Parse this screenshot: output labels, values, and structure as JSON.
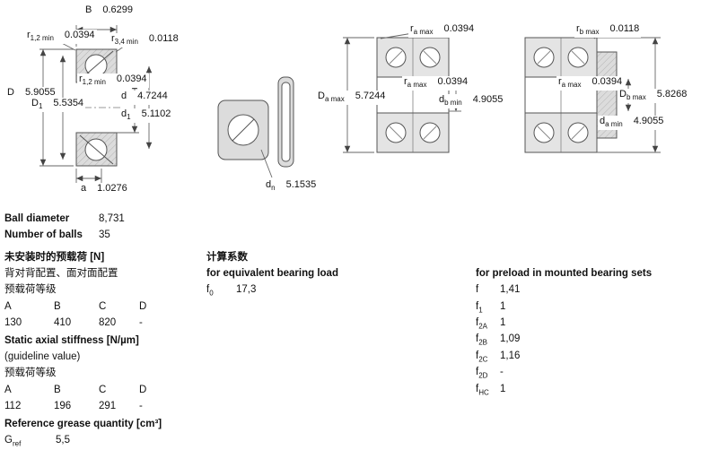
{
  "diagram_labels": {
    "left": {
      "B": {
        "sym": "B",
        "val": "0.6299"
      },
      "r12_top": {
        "sym": "r",
        "sub": "1,2 min",
        "val": "0.0394"
      },
      "r34": {
        "sym": "r",
        "sub": "3,4 min",
        "val": "0.0118"
      },
      "D": {
        "sym": "D",
        "val": "5.9055"
      },
      "r12_mid": {
        "sym": "r",
        "sub": "1,2 min",
        "val": "0.0394"
      },
      "D1": {
        "sym": "D",
        "sub": "1",
        "val": "5.5354"
      },
      "d": {
        "sym": "d",
        "val": "4.7244"
      },
      "d1": {
        "sym": "d",
        "sub": "1",
        "val": "5.1102"
      },
      "a": {
        "sym": "a",
        "val": "1.0276"
      }
    },
    "middle": {
      "dn": {
        "sym": "d",
        "sub": "n",
        "val": "5.1535"
      }
    },
    "pair1": {
      "ra_top": {
        "sym": "r",
        "sub": "a max",
        "val": "0.0394"
      },
      "ra_mid": {
        "sym": "r",
        "sub": "a max",
        "val": "0.0394"
      },
      "Da": {
        "sym": "D",
        "sub": "a max",
        "val": "5.7244"
      },
      "db": {
        "sym": "d",
        "sub": "b min",
        "val": "4.9055"
      }
    },
    "pair2": {
      "rb_top": {
        "sym": "r",
        "sub": "b max",
        "val": "0.0118"
      },
      "ra_mid": {
        "sym": "r",
        "sub": "a max",
        "val": "0.0394"
      },
      "Db": {
        "sym": "D",
        "sub": "b max",
        "val": "5.8268"
      },
      "da": {
        "sym": "d",
        "sub": "a min",
        "val": "4.9055"
      }
    }
  },
  "specs": {
    "ball_diameter_label": "Ball diameter",
    "ball_diameter_value": "8,731",
    "number_of_balls_label": "Number of balls",
    "number_of_balls_value": "35",
    "preload_section_title": "未安装时的预载荷 [N]",
    "preload_arrangement": "背对背配置、面对面配置",
    "preload_class_label": "预载荷等级",
    "preload_table": {
      "headers": [
        "A",
        "B",
        "C",
        "D"
      ],
      "values": [
        "130",
        "410",
        "820",
        "-"
      ]
    },
    "stiffness_title": "Static axial stiffness [N/µm]",
    "stiffness_note": "(guideline value)",
    "stiffness_class_label": "预载荷等级",
    "stiffness_table": {
      "headers": [
        "A",
        "B",
        "C",
        "D"
      ],
      "values": [
        "112",
        "196",
        "291",
        "-"
      ]
    },
    "grease_title": "Reference grease quantity [cm³]",
    "gref": {
      "sym": "G",
      "sub": "ref",
      "val": "5,5"
    },
    "calc_title": "计算系数",
    "equiv_load_title": "for equivalent bearing load",
    "f0": {
      "sym": "f",
      "sub": "0",
      "val": "17,3"
    },
    "preload_sets_title": "for preload in mounted bearing sets",
    "factors": [
      {
        "sym": "f",
        "sub": "",
        "val": "1,41"
      },
      {
        "sym": "f",
        "sub": "1",
        "val": "1"
      },
      {
        "sym": "f",
        "sub": "2A",
        "val": "1"
      },
      {
        "sym": "f",
        "sub": "2B",
        "val": "1,09"
      },
      {
        "sym": "f",
        "sub": "2C",
        "val": "1,16"
      },
      {
        "sym": "f",
        "sub": "2D",
        "val": "-"
      },
      {
        "sym": "f",
        "sub": "HC",
        "val": "1"
      }
    ]
  }
}
